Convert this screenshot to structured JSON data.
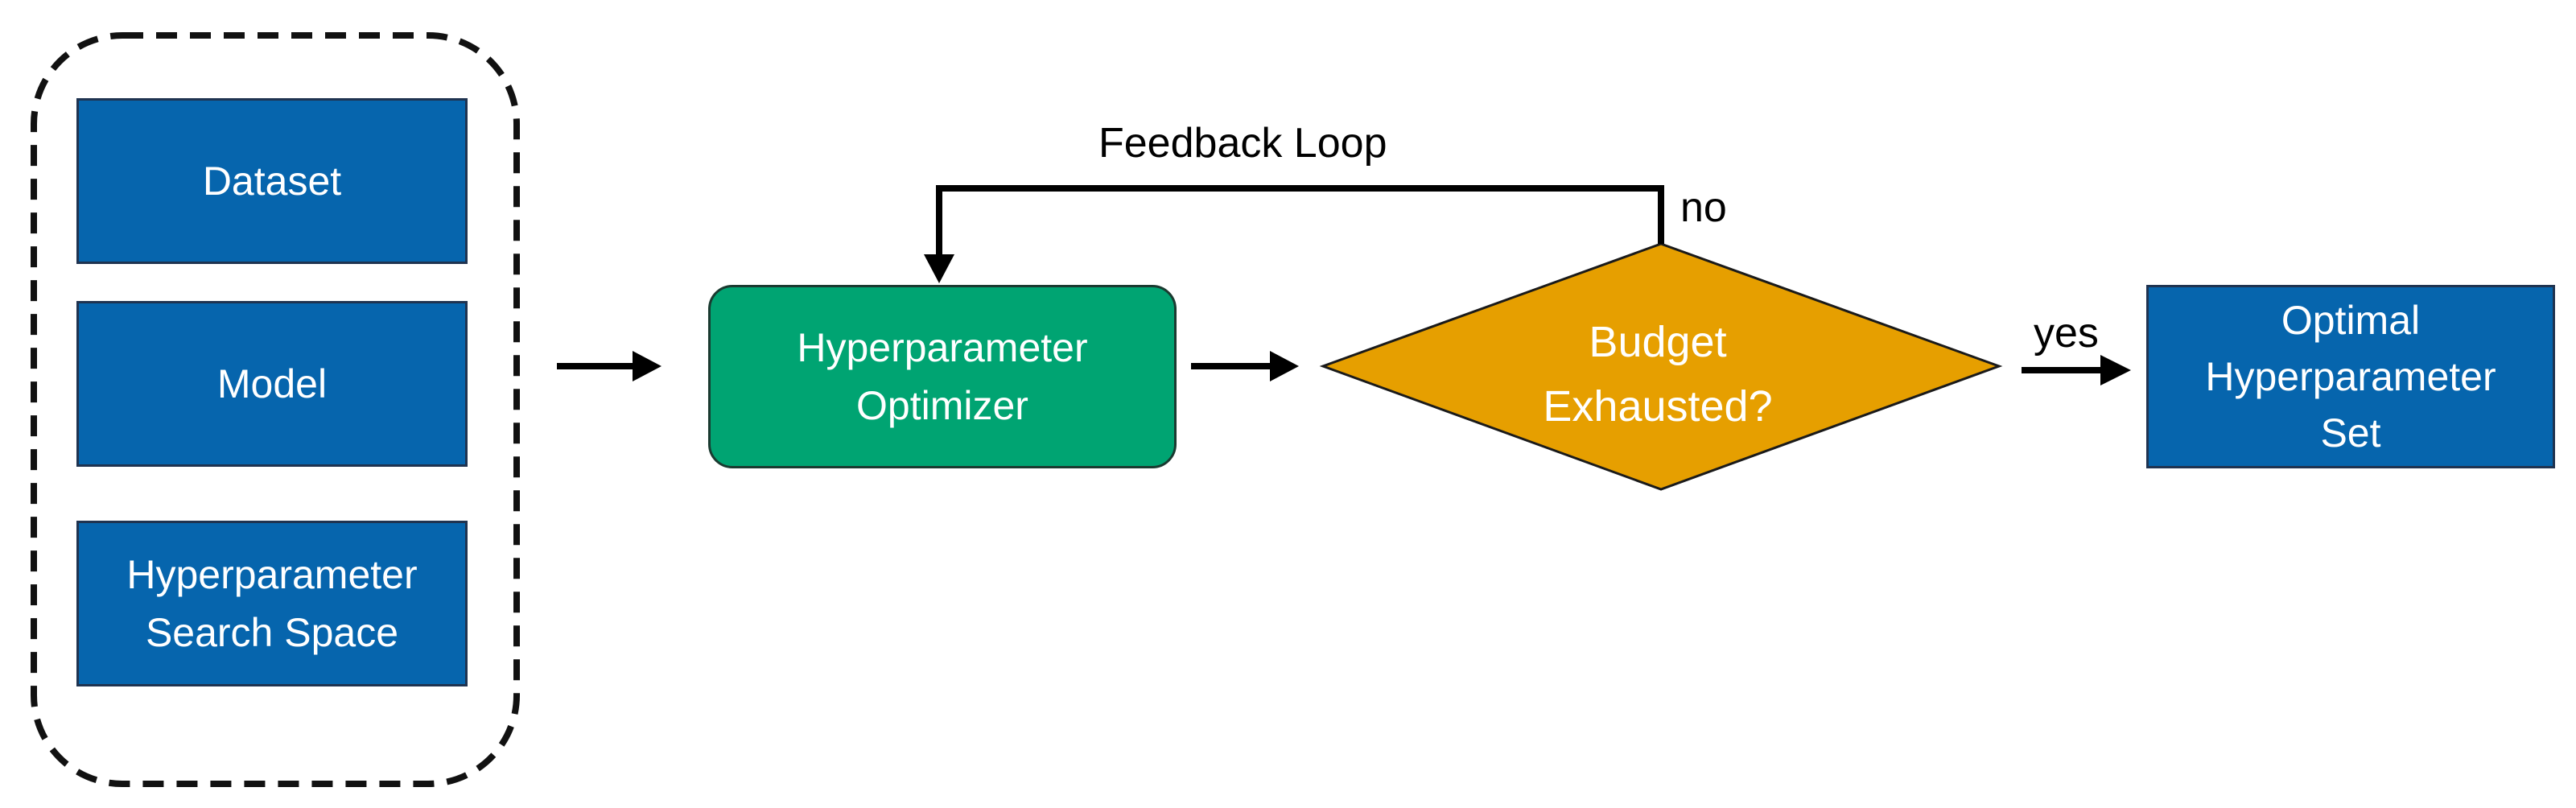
{
  "inputs": {
    "dataset": "Dataset",
    "model": "Model",
    "search_space": "Hyperparameter\nSearch Space"
  },
  "optimizer": {
    "label": "Hyperparameter\nOptimizer"
  },
  "decision": {
    "label": "Budget\nExhausted?"
  },
  "output": {
    "label": "Optimal\nHyperparameter\nSet"
  },
  "edges": {
    "feedback_loop": "Feedback Loop",
    "no": "no",
    "yes": "yes"
  },
  "colors": {
    "input_blue": "#0665ad",
    "optimizer_green": "#00a472",
    "decision_orange": "#e69f00"
  }
}
